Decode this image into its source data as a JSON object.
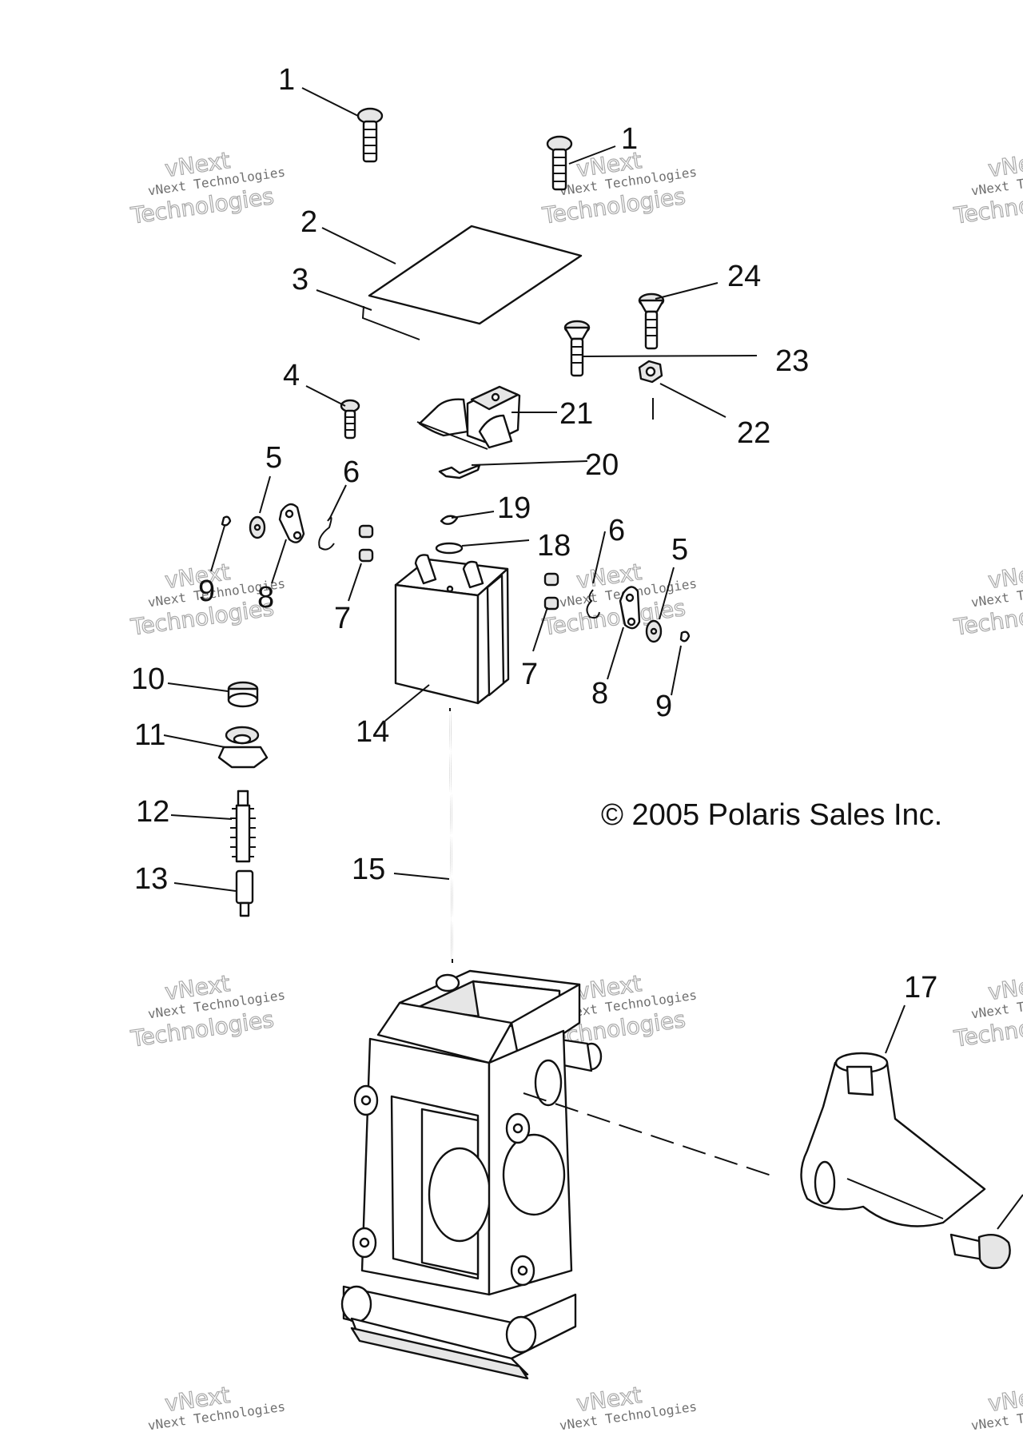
{
  "copyright": "© 2005 Polaris Sales Inc.",
  "watermark": {
    "line1": "vNext Technologies",
    "line2": "vNext",
    "line3": "Technologies"
  },
  "callouts": [
    {
      "id": "c1a",
      "label": "1"
    },
    {
      "id": "c1b",
      "label": "1"
    },
    {
      "id": "c2",
      "label": "2"
    },
    {
      "id": "c3",
      "label": "3"
    },
    {
      "id": "c24",
      "label": "24"
    },
    {
      "id": "c23",
      "label": "23"
    },
    {
      "id": "c4",
      "label": "4"
    },
    {
      "id": "c21",
      "label": "21"
    },
    {
      "id": "c22",
      "label": "22"
    },
    {
      "id": "c20",
      "label": "20"
    },
    {
      "id": "c5a",
      "label": "5"
    },
    {
      "id": "c6a",
      "label": "6"
    },
    {
      "id": "c19",
      "label": "19"
    },
    {
      "id": "c18",
      "label": "18"
    },
    {
      "id": "c6b",
      "label": "6"
    },
    {
      "id": "c5b",
      "label": "5"
    },
    {
      "id": "c9a",
      "label": "9"
    },
    {
      "id": "c8a",
      "label": "8"
    },
    {
      "id": "c7a",
      "label": "7"
    },
    {
      "id": "c7b",
      "label": "7"
    },
    {
      "id": "c8b",
      "label": "8"
    },
    {
      "id": "c9b",
      "label": "9"
    },
    {
      "id": "c10",
      "label": "10"
    },
    {
      "id": "c11",
      "label": "11"
    },
    {
      "id": "c14",
      "label": "14"
    },
    {
      "id": "c12",
      "label": "12"
    },
    {
      "id": "c13",
      "label": "13"
    },
    {
      "id": "c15",
      "label": "15"
    },
    {
      "id": "c17",
      "label": "17"
    }
  ]
}
